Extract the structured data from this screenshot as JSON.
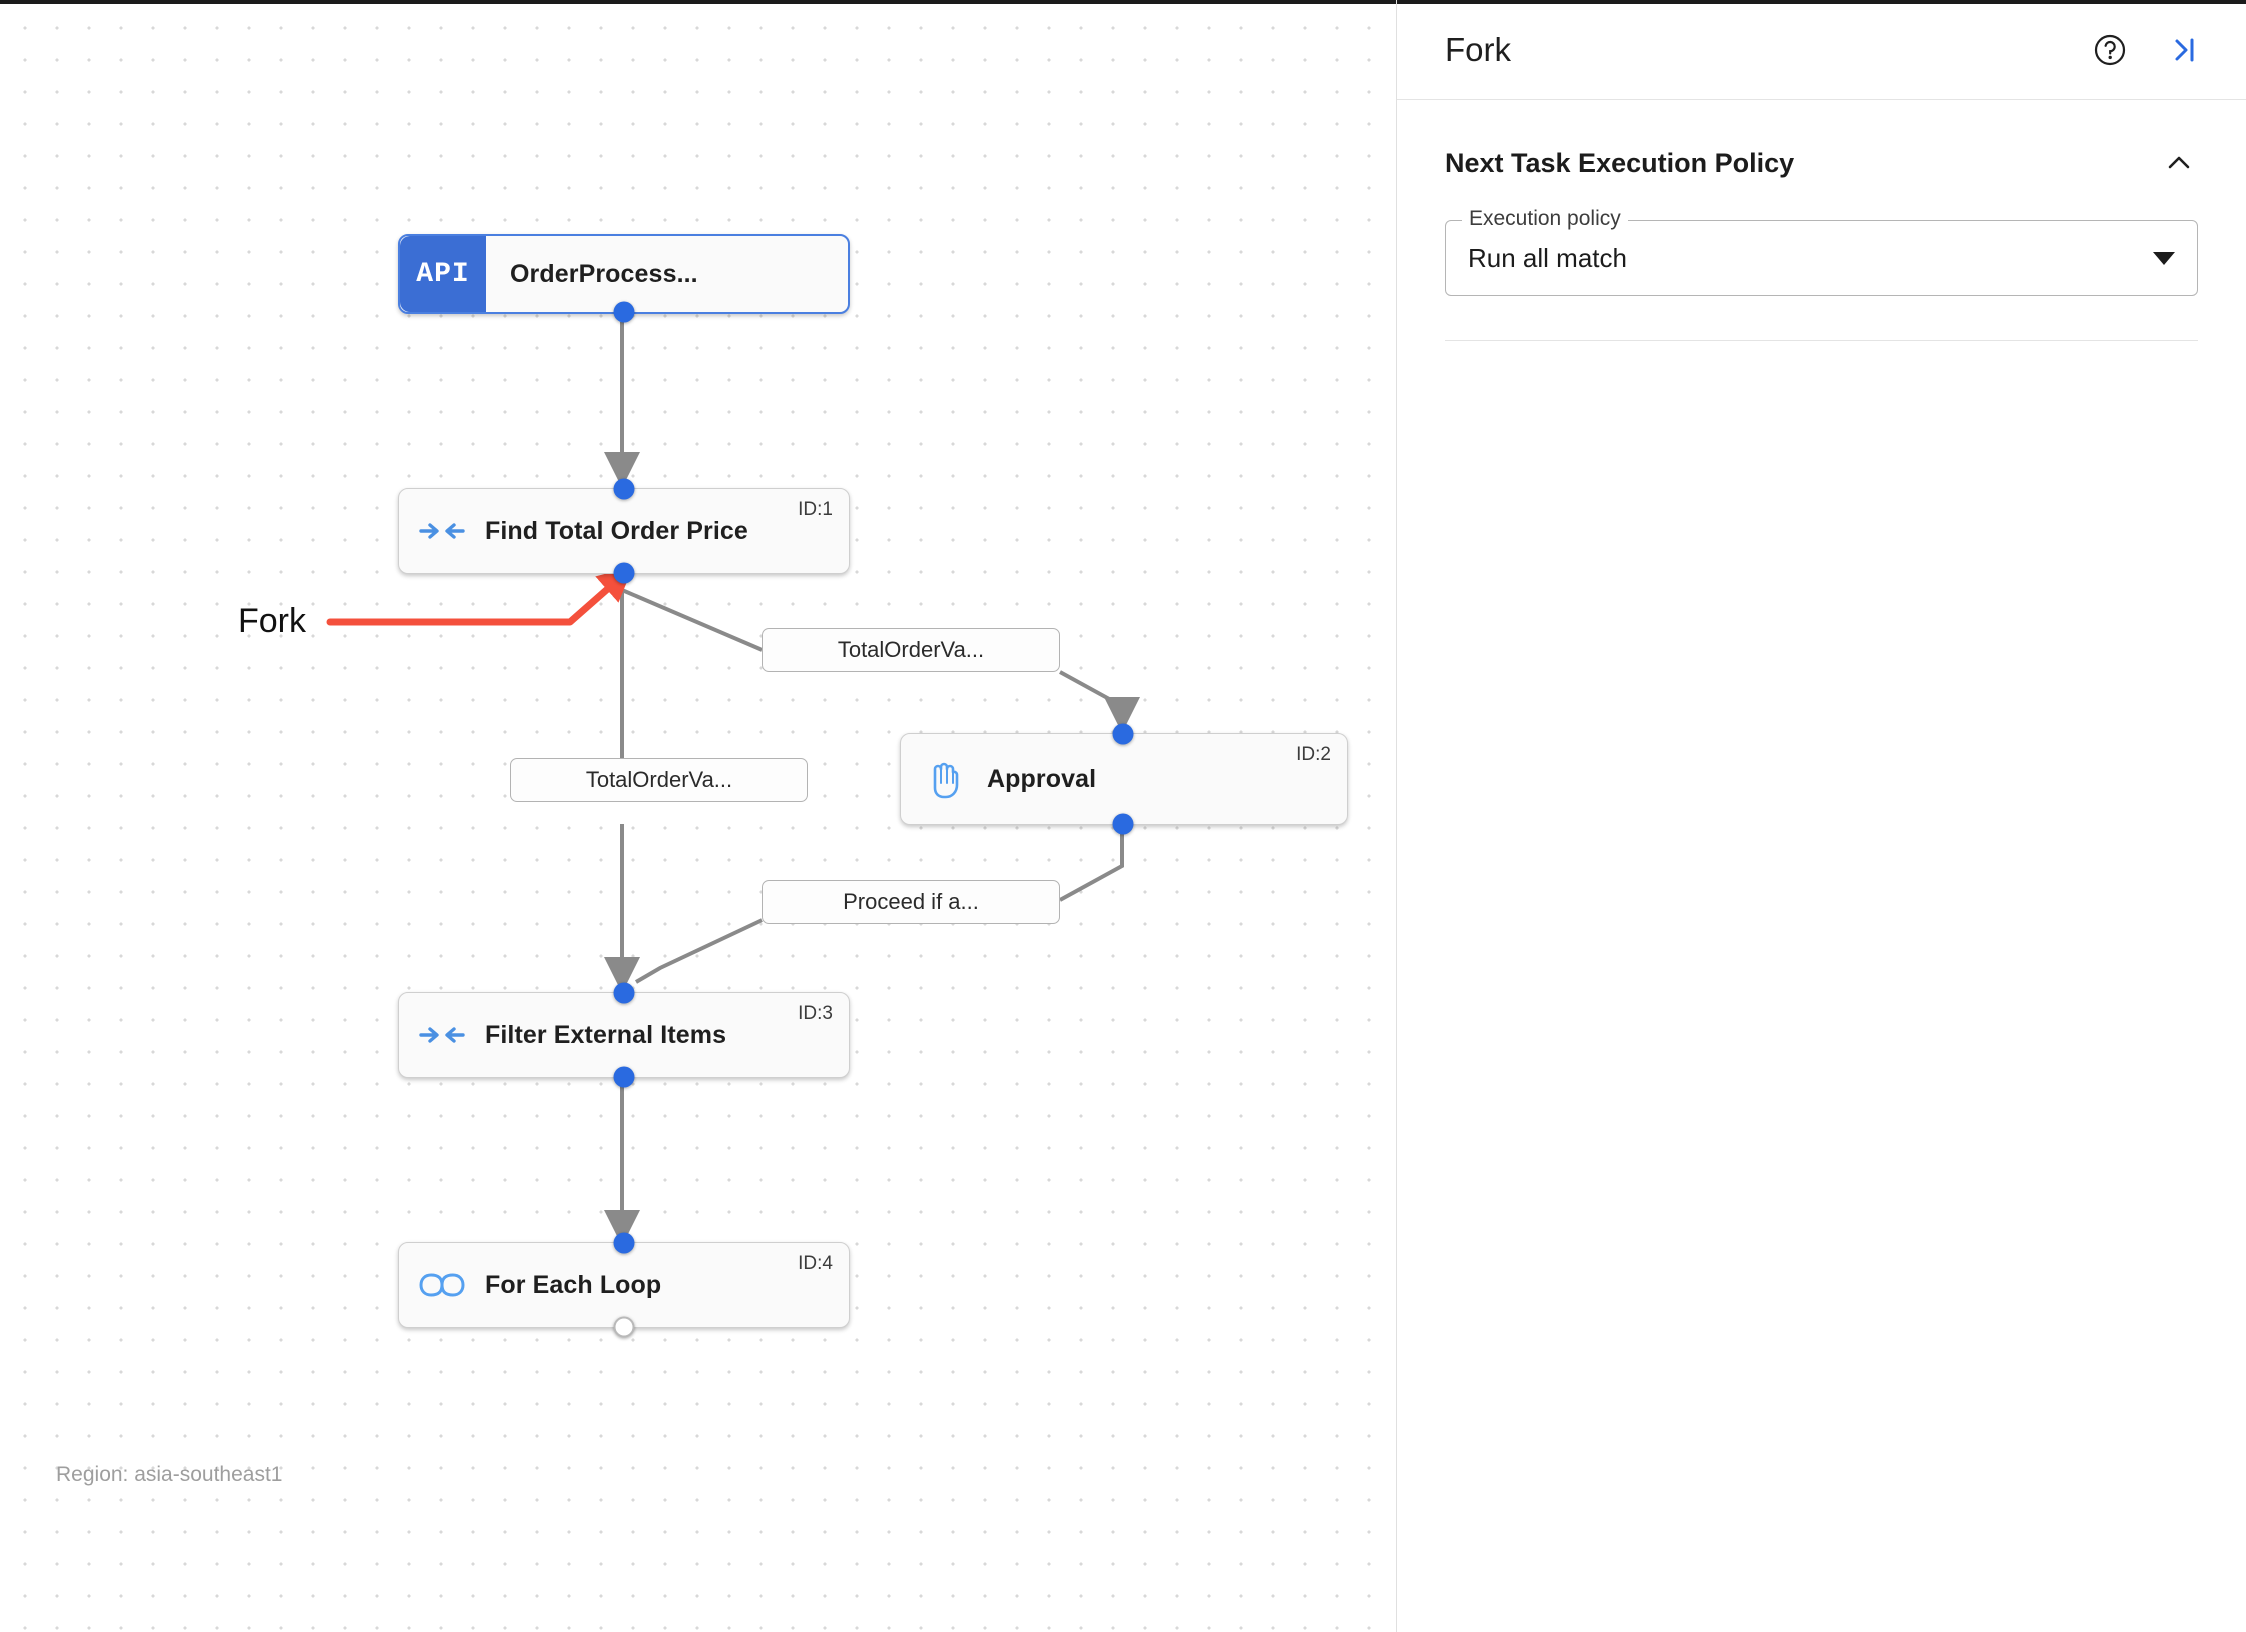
{
  "canvas": {
    "region_label": "Region: asia-southeast1",
    "annotation": {
      "label": "Fork",
      "color": "#f4503c"
    },
    "nodes": [
      {
        "id": "order-process",
        "title": "OrderProcess...",
        "badge": "API",
        "icon": "api-badge-icon",
        "id_label": "",
        "selected": true
      },
      {
        "id": "find-total-order-price",
        "title": "Find Total Order Price",
        "icon": "converge-arrows-icon",
        "id_label": "ID:1",
        "selected": false
      },
      {
        "id": "approval",
        "title": "Approval",
        "icon": "hand-icon",
        "id_label": "ID:2",
        "selected": false
      },
      {
        "id": "filter-external-items",
        "title": "Filter External Items",
        "icon": "converge-arrows-icon",
        "id_label": "ID:3",
        "selected": false
      },
      {
        "id": "for-each-loop",
        "title": "For Each Loop",
        "icon": "infinity-icon",
        "id_label": "ID:4",
        "selected": false
      }
    ],
    "edge_labels": [
      {
        "id": "edge-to-approval",
        "text": "TotalOrderVa..."
      },
      {
        "id": "edge-to-filter-direct",
        "text": "TotalOrderVa..."
      },
      {
        "id": "edge-approval-to-filter",
        "text": "Proceed if a..."
      }
    ]
  },
  "panel": {
    "title": "Fork",
    "help_icon": "help-circle-icon",
    "collapse_icon": "collapse-panel-icon",
    "section": {
      "title": "Next Task Execution Policy",
      "chevron": "chevron-up-icon",
      "field": {
        "legend": "Execution policy",
        "value": "Run all match",
        "arrow": "chevron-down-icon"
      }
    }
  }
}
